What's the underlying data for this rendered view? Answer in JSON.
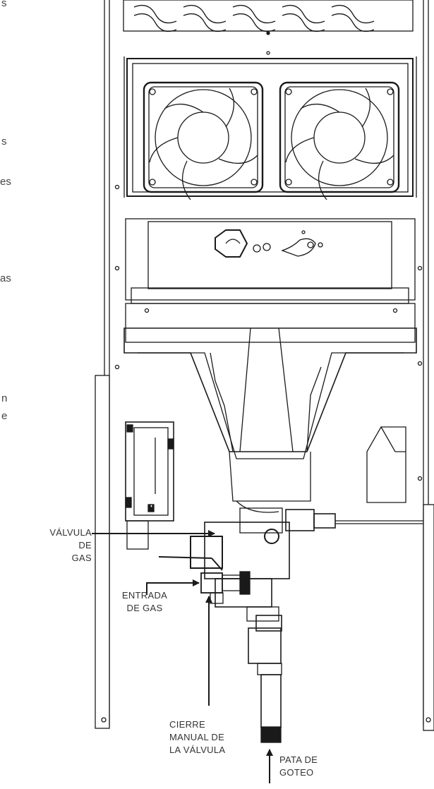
{
  "left_column_fragments": [
    "s",
    "s",
    "es",
    "as",
    "n",
    "e"
  ],
  "labels": {
    "gas_valve": [
      "VÁLVULA DE",
      "GAS"
    ],
    "gas_inlet": [
      "ENTRADA",
      "DE GAS"
    ],
    "manual_shutoff": [
      "CIERRE",
      "MANUAL DE",
      "LA VÁLVULA"
    ],
    "drip_leg": [
      "PATA DE",
      "GOTEO"
    ]
  },
  "colors": {
    "line": "#1a1a1a",
    "text": "#333333"
  }
}
